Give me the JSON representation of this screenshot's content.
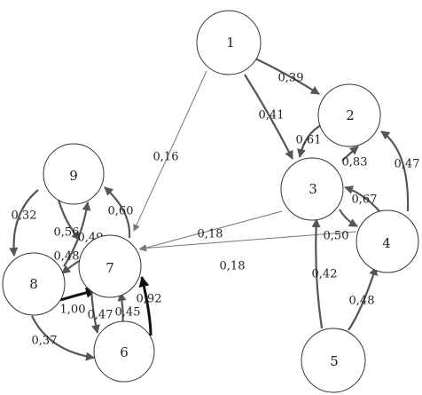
{
  "graph": {
    "nodes": [
      {
        "id": "1",
        "label": "1"
      },
      {
        "id": "2",
        "label": "2"
      },
      {
        "id": "3",
        "label": "3"
      },
      {
        "id": "4",
        "label": "4"
      },
      {
        "id": "5",
        "label": "5"
      },
      {
        "id": "6",
        "label": "6"
      },
      {
        "id": "7",
        "label": "7"
      },
      {
        "id": "8",
        "label": "8"
      },
      {
        "id": "9",
        "label": "9"
      }
    ],
    "edges": [
      {
        "from": "1",
        "to": "2",
        "label": "0,39"
      },
      {
        "from": "1",
        "to": "3",
        "label": "0,41"
      },
      {
        "from": "1",
        "to": "7",
        "label": "0,16"
      },
      {
        "from": "2",
        "to": "3",
        "label": "0,61"
      },
      {
        "from": "3",
        "to": "2",
        "label": "0,83"
      },
      {
        "from": "4",
        "to": "2",
        "label": "0,47"
      },
      {
        "from": "4",
        "to": "3",
        "label": "0,67"
      },
      {
        "from": "3",
        "to": "4",
        "label": "0,50"
      },
      {
        "from": "3",
        "to": "7",
        "label": "0,18"
      },
      {
        "from": "4",
        "to": "7",
        "label": "0,18"
      },
      {
        "from": "5",
        "to": "3",
        "label": "0,42"
      },
      {
        "from": "5",
        "to": "4",
        "label": "0,48"
      },
      {
        "from": "9",
        "to": "8",
        "label": "0,32"
      },
      {
        "from": "9",
        "to": "7",
        "label": "0,56"
      },
      {
        "from": "7",
        "to": "9",
        "label": "0,60"
      },
      {
        "from": "8",
        "to": "9",
        "label": "0,49"
      },
      {
        "from": "7",
        "to": "8",
        "label": "0,48"
      },
      {
        "from": "8",
        "to": "7",
        "label": "1,00"
      },
      {
        "from": "8",
        "to": "6",
        "label": "0,37"
      },
      {
        "from": "7",
        "to": "6",
        "label": "0,47"
      },
      {
        "from": "6",
        "to": "7",
        "label": "0,45"
      },
      {
        "from": "6",
        "to": "7",
        "label": "0,92"
      }
    ]
  }
}
